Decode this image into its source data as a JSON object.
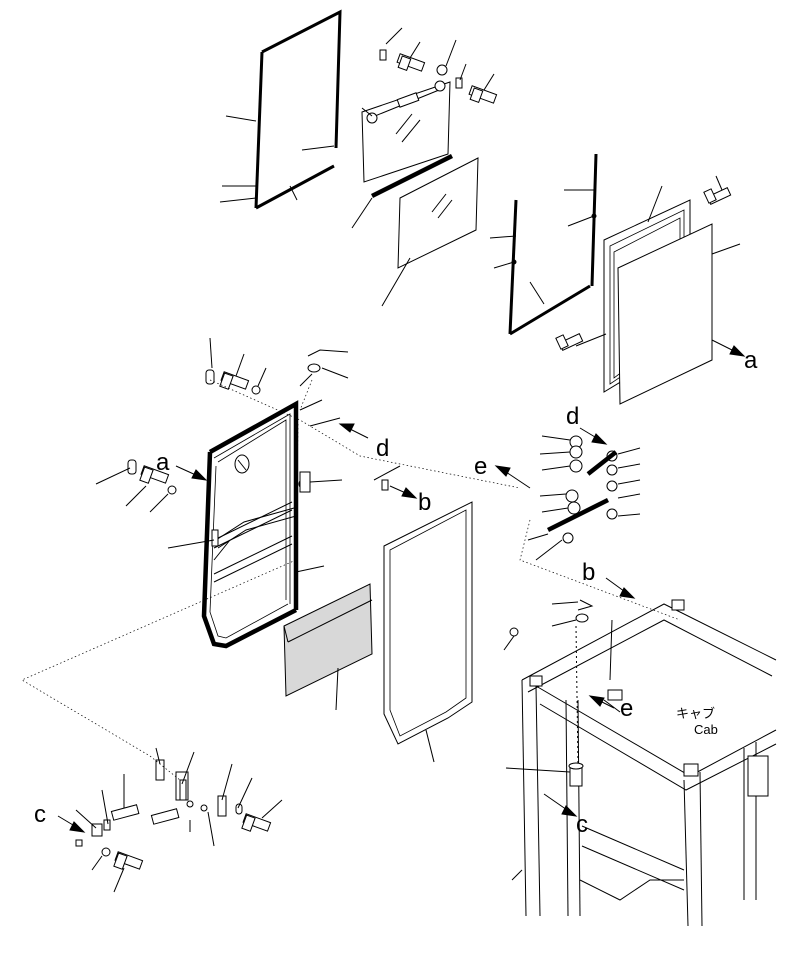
{
  "diagram": {
    "ref_labels": {
      "a": "a",
      "b": "b",
      "c": "c",
      "d": "d",
      "e": "e"
    },
    "cab_label_jp": "キャブ",
    "cab_label_en": "Cab"
  }
}
